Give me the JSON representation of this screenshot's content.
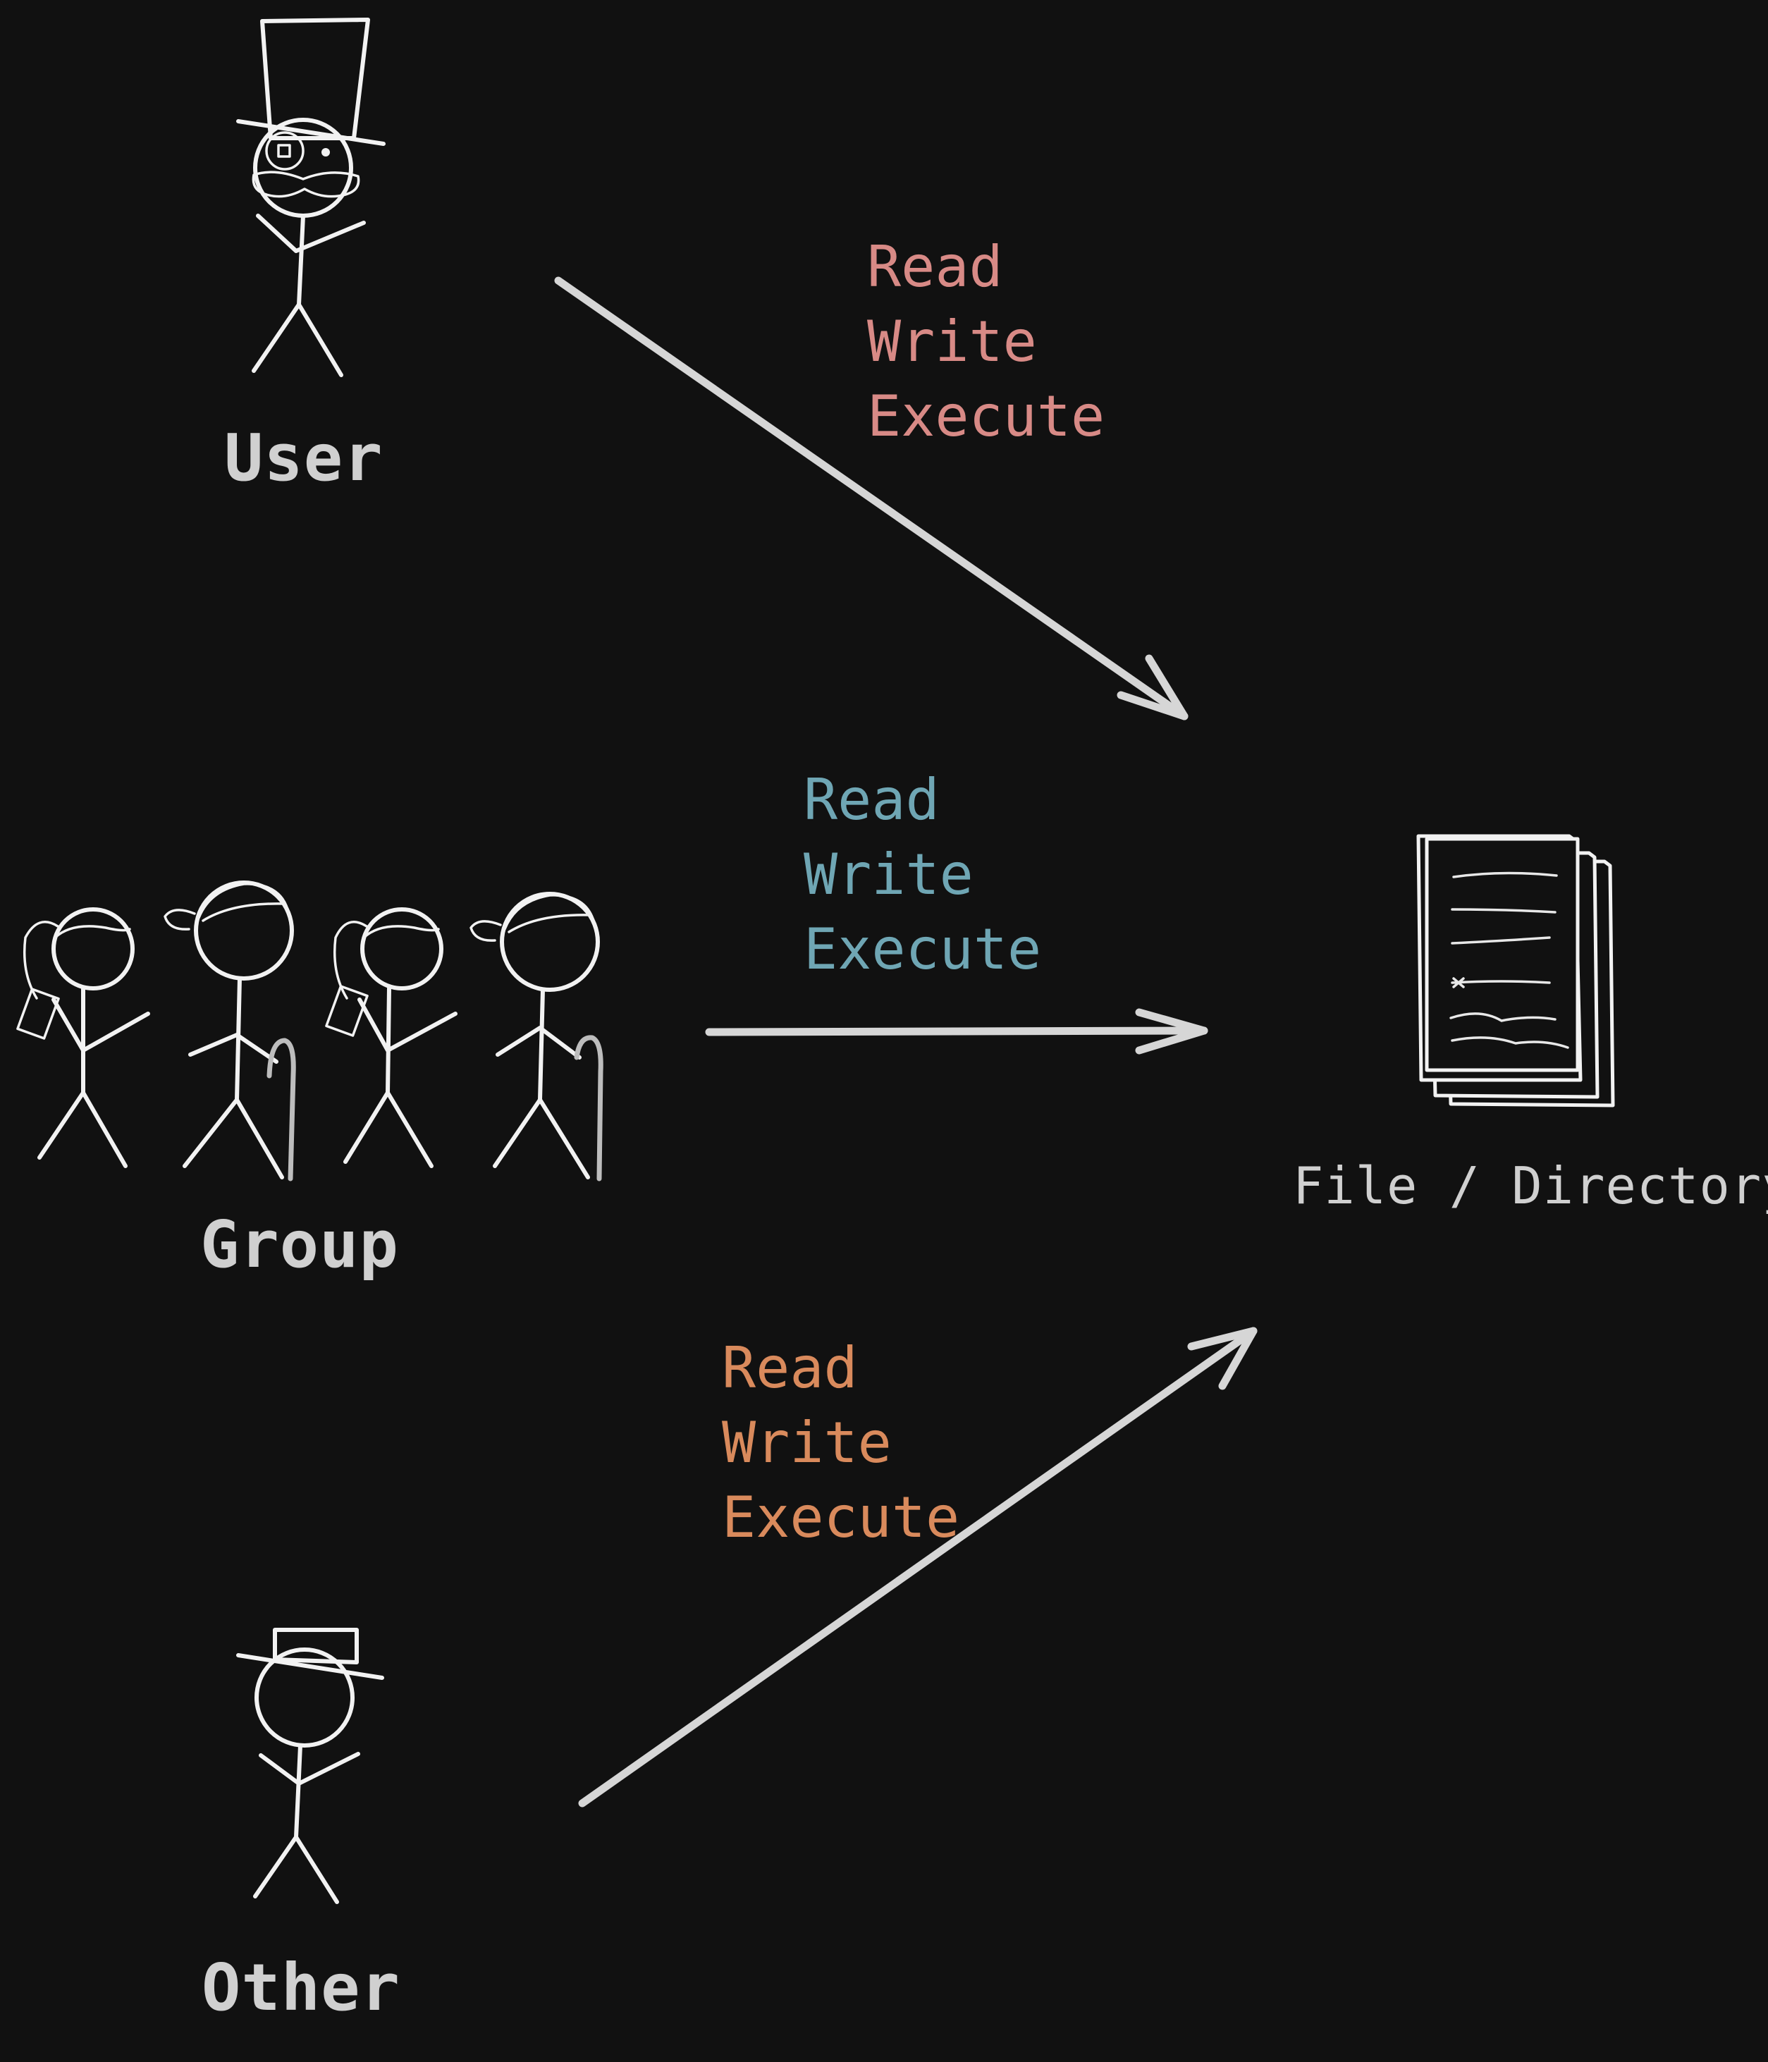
{
  "actors": {
    "user": {
      "label": "User"
    },
    "group": {
      "label": "Group"
    },
    "other": {
      "label": "Other"
    }
  },
  "target": {
    "label": "File / Directory"
  },
  "permissions": {
    "user": {
      "color": "#d88a86",
      "items": [
        "Read",
        "Write",
        "Execute"
      ]
    },
    "group": {
      "color": "#6fa6b4",
      "items": [
        "Read",
        "Write",
        "Execute"
      ]
    },
    "other": {
      "color": "#d98a5c",
      "items": [
        "Read",
        "Write",
        "Execute"
      ]
    }
  }
}
